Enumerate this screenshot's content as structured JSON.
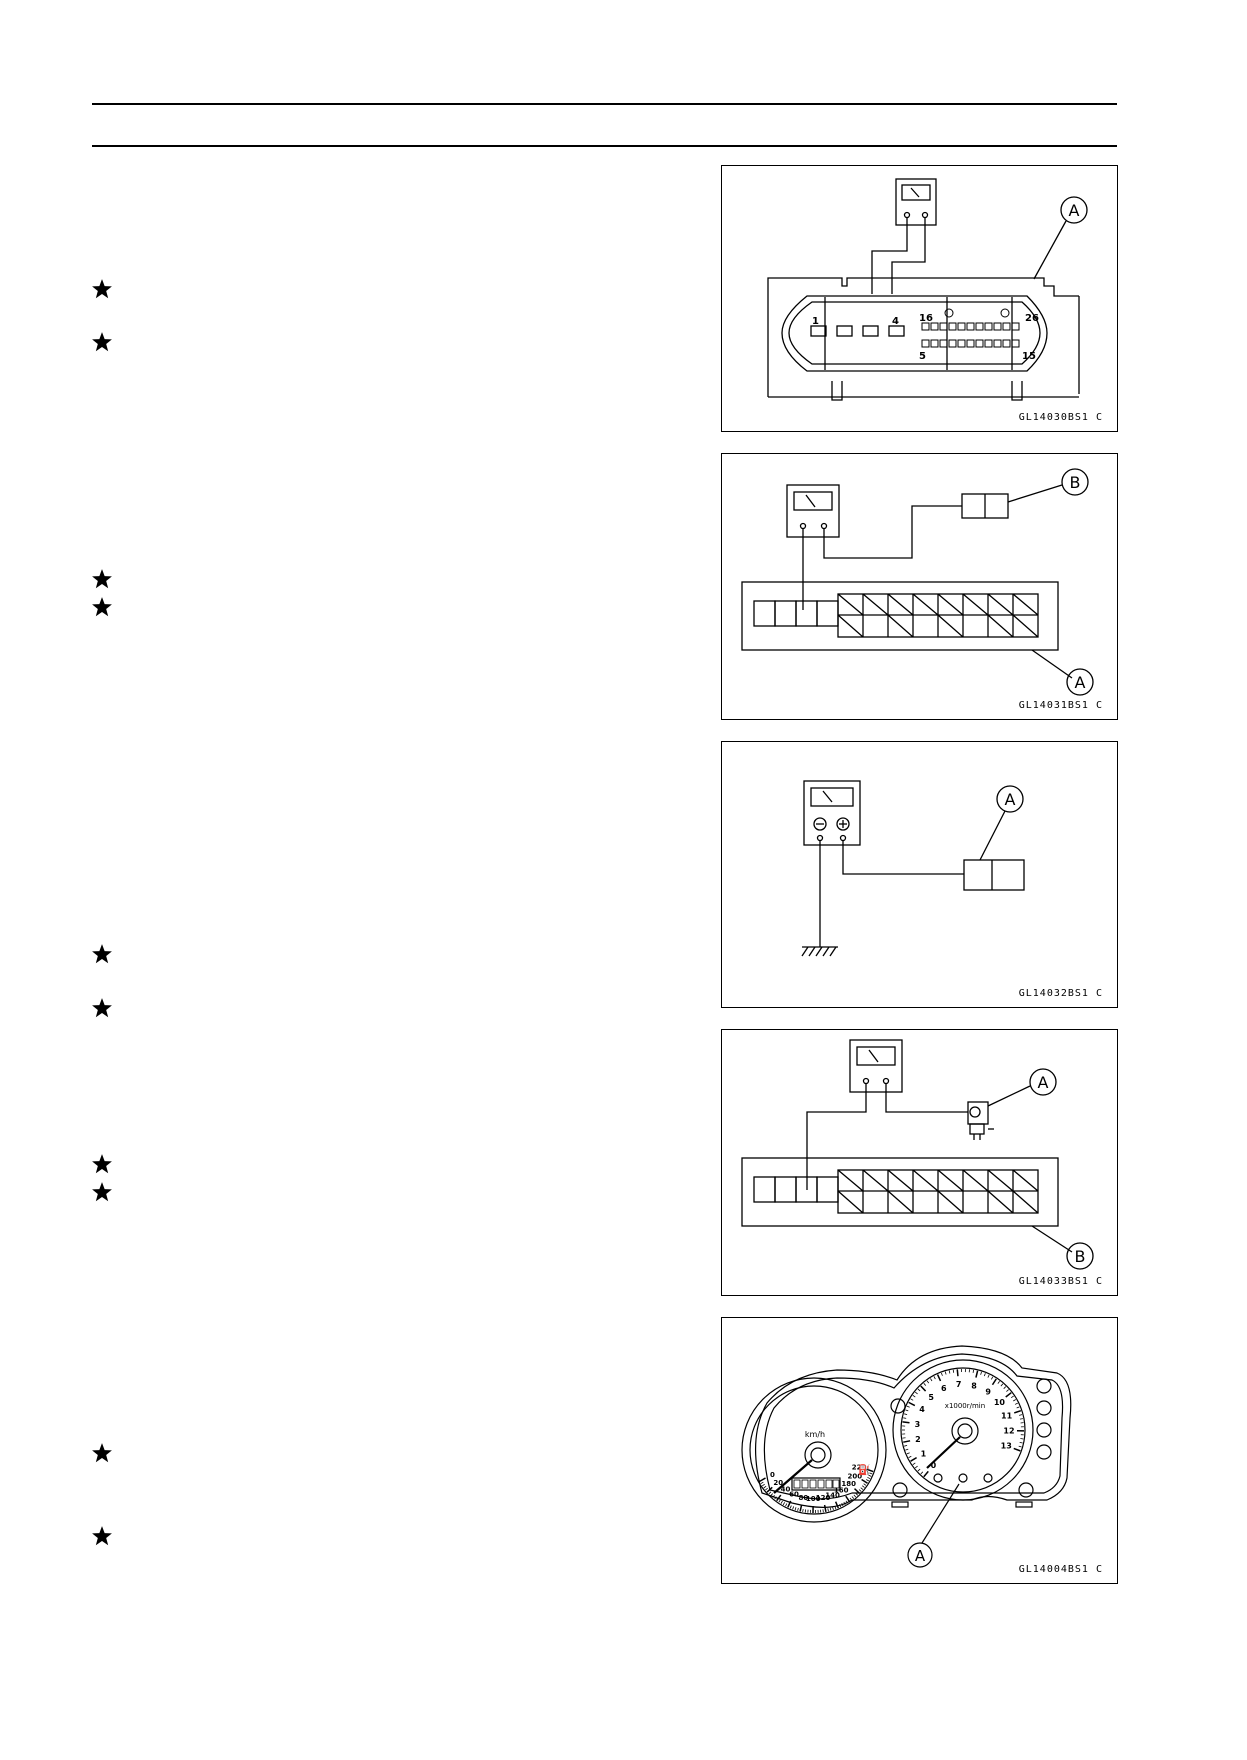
{
  "figures": [
    {
      "code": "GL14030BS1  C",
      "callouts": [
        "A"
      ],
      "pins": [
        "1",
        "4",
        "16",
        "26",
        "5",
        "15"
      ]
    },
    {
      "code": "GL14031BS1  C",
      "callouts": [
        "B",
        "A"
      ]
    },
    {
      "code": "GL14032BS1  C",
      "callouts": [
        "A"
      ]
    },
    {
      "code": "GL14033BS1  C",
      "callouts": [
        "A",
        "B"
      ]
    },
    {
      "code": "GL14004BS1  C",
      "callouts": [
        "A"
      ],
      "speedometer": {
        "unit": "km/h",
        "ticks": [
          "0",
          "20",
          "40",
          "60",
          "80",
          "100",
          "120",
          "140",
          "160",
          "180",
          "200",
          "220"
        ]
      },
      "tachometer": {
        "unit": "x1000r/min",
        "ticks": [
          "0",
          "1",
          "2",
          "3",
          "4",
          "5",
          "6",
          "7",
          "8",
          "9",
          "10",
          "11",
          "12",
          "13"
        ]
      }
    }
  ],
  "icons": {
    "bullet": "star-icon"
  }
}
